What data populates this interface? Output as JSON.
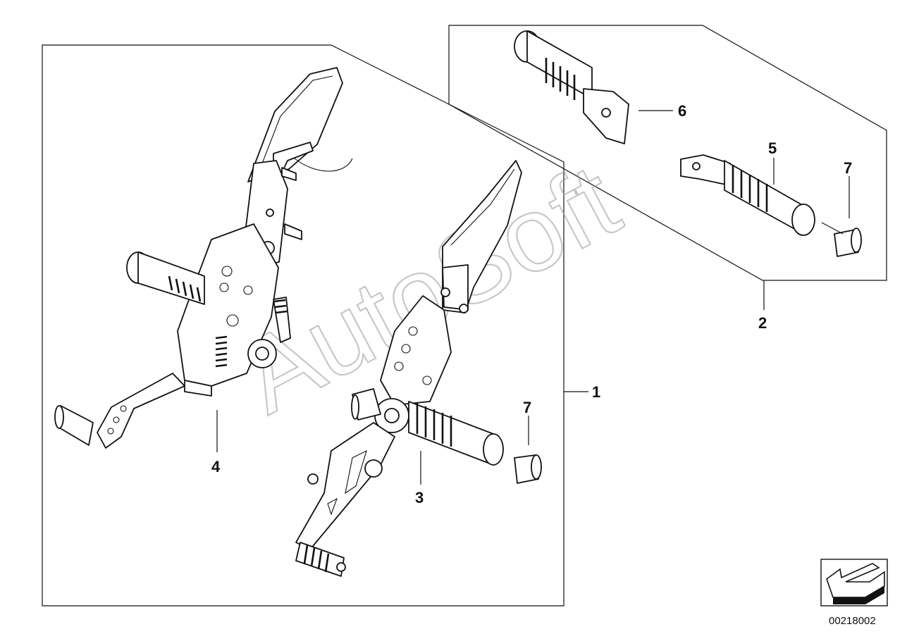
{
  "watermark": "AutoSoft",
  "document_number": "00218002",
  "callouts": {
    "c1": "1",
    "c2": "2",
    "c3": "3",
    "c4": "4",
    "c5": "5",
    "c6": "6",
    "c7a": "7",
    "c7b": "7"
  },
  "icons": [
    "direction-arrow-icon"
  ]
}
